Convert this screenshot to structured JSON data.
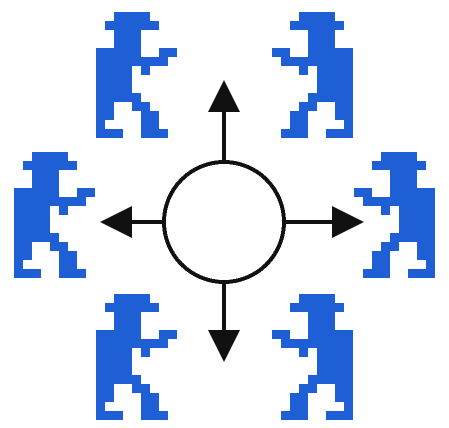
{
  "scene": {
    "background_color": "#ffffff",
    "figure_color": "#1f5fd6",
    "line_color": "#111111",
    "center_fill": "#ffffff",
    "figures": [
      {
        "position": "top-left",
        "facing": "right"
      },
      {
        "position": "top-right",
        "facing": "left"
      },
      {
        "position": "middle-left",
        "facing": "right"
      },
      {
        "position": "middle-right",
        "facing": "left"
      },
      {
        "position": "bottom-left",
        "facing": "right"
      },
      {
        "position": "bottom-right",
        "facing": "left"
      }
    ],
    "arrows": [
      "up",
      "down",
      "left",
      "right"
    ]
  }
}
